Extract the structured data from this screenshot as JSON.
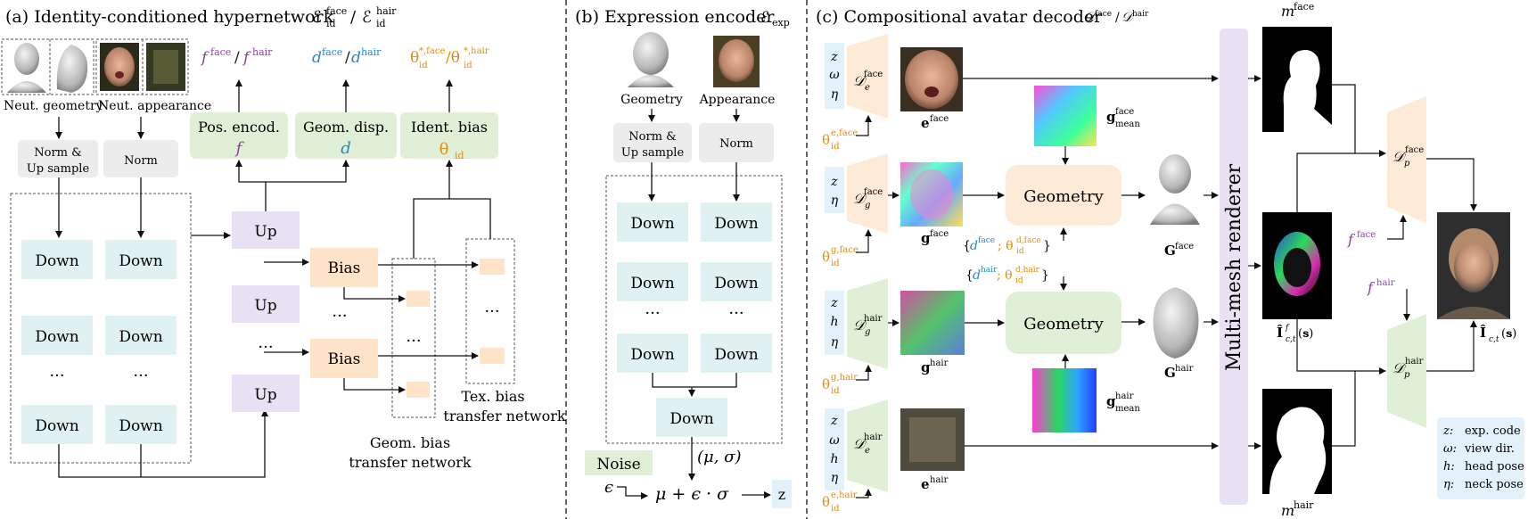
{
  "colors": {
    "down": "#dff1f1",
    "up": "#e8e1f4",
    "bias": "#fde3c8",
    "green": "#dff0d6",
    "gray": "#ececec",
    "purple": "#8a3fa8",
    "blue": "#2b86c5",
    "orange": "#e08c10",
    "peach": "#fdebd7",
    "renderer": "#e8e0f3",
    "legend": "#e3f1fb"
  },
  "panel_a": {
    "title": "(a) Identity-conditioned hypernetwork",
    "title_math_base": "ℰ",
    "title_face": "face",
    "title_hair": "hair",
    "title_id": "id",
    "neut_geometry": "Neut. geometry",
    "neut_appearance": "Neut. appearance",
    "norm_up": [
      "Norm &",
      "Up sample"
    ],
    "norm": "Norm",
    "down": "Down",
    "up": "Up",
    "bias": "Bias",
    "dots": "···",
    "pos_encod": "Pos. encod.",
    "geom_disp": "Geom. disp.",
    "ident_bias": "Ident. bias",
    "f": "f",
    "d": "d",
    "theta_id": "θ",
    "id": "id",
    "f_face_hair": [
      "f",
      "face",
      "/",
      "f",
      "hair"
    ],
    "d_face_hair": [
      "d",
      "face",
      "/",
      "d",
      "hair"
    ],
    "theta_face_hair": [
      "θ",
      "*,face",
      "id",
      "/θ",
      "*,hair",
      "id"
    ],
    "geom_bias_net": [
      "Geom. bias",
      "transfer network"
    ],
    "tex_bias_net": [
      "Tex. bias",
      "transfer network"
    ]
  },
  "panel_b": {
    "title": "(b) Expression encoder",
    "title_math": "ℰ",
    "title_sub": "exp",
    "geometry": "Geometry",
    "appearance": "Appearance",
    "norm_up": [
      "Norm &",
      "Up sample"
    ],
    "norm": "Norm",
    "down": "Down",
    "dots": "···",
    "mu_sigma": "(μ, σ)",
    "noise": "Noise",
    "epsilon": "ϵ",
    "reparam": "μ + ϵ · σ",
    "z": "z"
  },
  "panel_c": {
    "title": "(c) Compositional avatar decoder",
    "title_math": "𝒟",
    "title_face": "face",
    "title_hair": "hair",
    "renderer": "Multi-mesh renderer",
    "geometry": "Geometry",
    "D": "𝒟",
    "e_sub": "e",
    "g_sub": "g",
    "p_sub": "p",
    "face": "face",
    "hair": "hair",
    "inputs_e_face": [
      "z",
      "ω",
      "η"
    ],
    "inputs_g_face": [
      "z",
      "η"
    ],
    "inputs_g_hair": [
      "z",
      "h",
      "η"
    ],
    "inputs_e_hair": [
      "z",
      "ω",
      "h",
      "η"
    ],
    "theta": "θ",
    "id": "id",
    "e_face_sup": "e,face",
    "g_face_sup": "g,face",
    "g_hair_sup": "g,hair",
    "e_hair_sup": "e,hair",
    "e_label": "e",
    "g_label": "g",
    "G_label": "G",
    "m_label": "m",
    "mean": "mean",
    "d_face_set": [
      "{",
      "d",
      "face",
      "; θ",
      "d,face",
      "id",
      "}"
    ],
    "d_hair_set": [
      "{",
      "d",
      "hair",
      "; θ",
      "d,hair",
      "id",
      "}"
    ],
    "I_label": "Î",
    "I_sub_f": "c,t",
    "I_sup_f": "f",
    "s_arg": "(𝐬)",
    "f_face": [
      "f",
      "face"
    ],
    "f_hair": [
      "f",
      "hair"
    ]
  },
  "legend": [
    {
      "sym": "z:",
      "text": "exp. code"
    },
    {
      "sym": "ω:",
      "text": "view dir."
    },
    {
      "sym": "h:",
      "text": "head pose"
    },
    {
      "sym": "η:",
      "text": "neck pose"
    }
  ]
}
